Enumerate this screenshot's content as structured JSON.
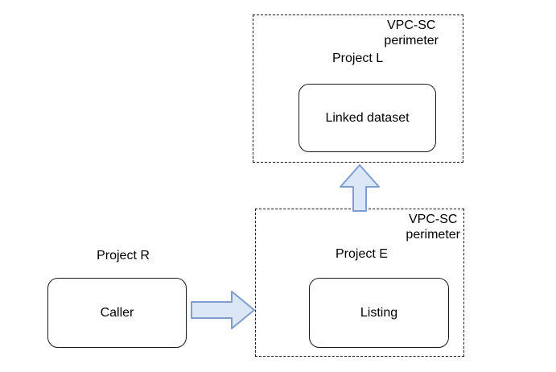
{
  "diagram": {
    "perimeters": {
      "top": {
        "perimeter_label": "VPC-SC\nperimeter",
        "project_label": "Project L",
        "node_label": "Linked dataset"
      },
      "bottom": {
        "perimeter_label": "VPC-SC\nperimeter",
        "project_label": "Project E",
        "node_label": "Listing"
      }
    },
    "external": {
      "project_label": "Project R",
      "node_label": "Caller"
    },
    "arrows": [
      {
        "name": "caller-to-listing",
        "from": "Caller",
        "to": "Listing",
        "direction": "right"
      },
      {
        "name": "listing-to-linked-dataset",
        "from": "Listing",
        "to": "Linked dataset",
        "direction": "up"
      }
    ],
    "colors": {
      "arrow_fill": "#dbe6f6",
      "arrow_stroke": "#7f9dcd",
      "line": "#1a1a1a",
      "background": "#ffffff"
    }
  }
}
